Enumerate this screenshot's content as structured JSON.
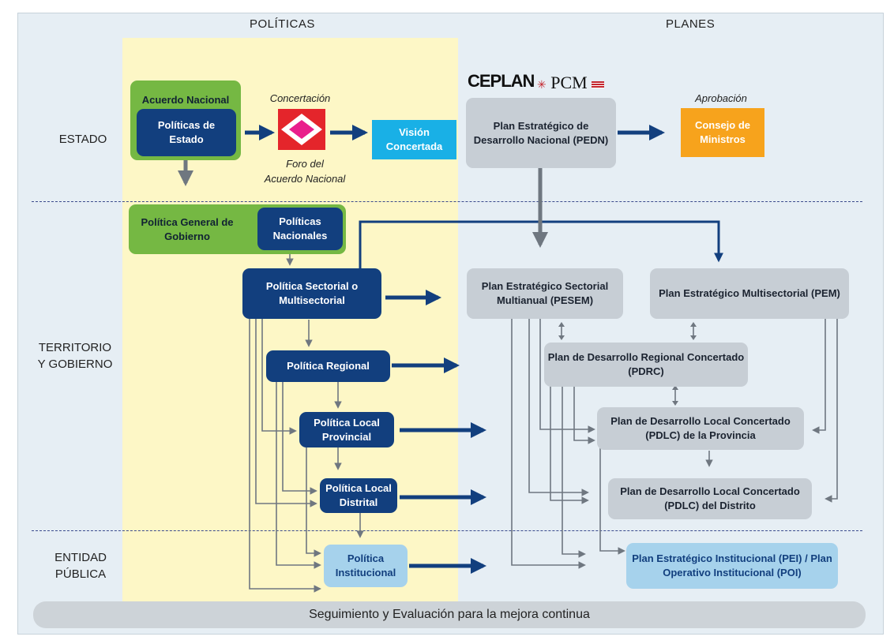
{
  "columns": {
    "politicas": "POLÍTICAS",
    "planes": "PLANES"
  },
  "rows": {
    "estado": "ESTADO",
    "territorio_l1": "TERRITORIO",
    "territorio_l2": "Y GOBIERNO",
    "entidad_l1": "ENTIDAD",
    "entidad_l2": "PÚBLICA"
  },
  "boxes": {
    "acuerdo_nacional": "Acuerdo Nacional",
    "politicas_estado": "Políticas de Estado",
    "vision_concertada": "Visión Concertada",
    "pedn": "Plan Estratégico de Desarrollo Nacional (PEDN)",
    "consejo_ministros": "Consejo de Ministros",
    "politica_general": "Política General de Gobierno",
    "politicas_nacionales": "Políticas Nacionales",
    "politica_sectorial": "Política Sectorial o Multisectorial",
    "politica_regional": "Política Regional",
    "politica_local_provincial": "Política Local Provincial",
    "politica_local_distrital": "Política Local Distrital",
    "politica_institucional": "Política Institucional",
    "pesem": "Plan Estratégico Sectorial Multianual (PESEM)",
    "pem": "Plan Estratégico Multisectorial (PEM)",
    "pdrc": "Plan de Desarrollo Regional Concertado (PDRC)",
    "pdlc_provincia": "Plan de Desarrollo Local Concertado (PDLC) de la Provincia",
    "pdlc_distrito": "Plan de Desarrollo Local Concertado (PDLC) del Distrito",
    "pei_poi": "Plan Estratégico Institucional (PEI) / Plan Operativo Institucional (POI)"
  },
  "labels": {
    "concertacion": "Concertación",
    "foro_l1": "Foro del",
    "foro_l2": "Acuerdo Nacional",
    "aprobacion": "Aprobación",
    "logo_ceplan": "CEPLAN",
    "logo_pcm": "PCM"
  },
  "footer": "Seguimiento y Evaluación para la mejora continua",
  "colors": {
    "navy": "#123f7e",
    "green": "#75b843",
    "cyan": "#19b0e6",
    "orange": "#f7a31c",
    "grey": "#c7ced5",
    "light_blue": "#a6d2ec",
    "yellow_band": "#fdf7c6"
  }
}
